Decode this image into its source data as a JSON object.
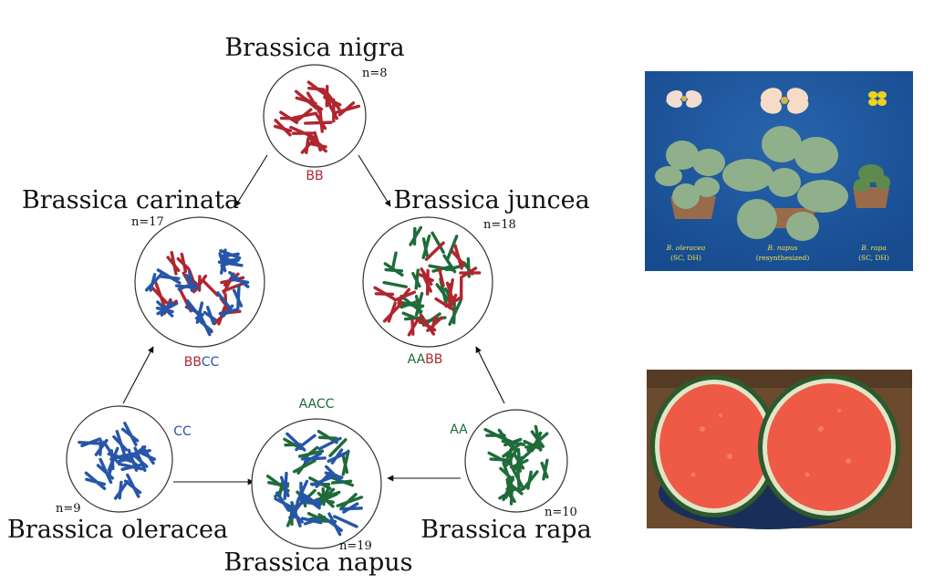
{
  "colors": {
    "genome_B": "#b0262f",
    "genome_C": "#2656a8",
    "genome_A": "#1f6b3a",
    "photo_background": "#1d58a0",
    "photo_label": "#f2e34a",
    "watermelon_flesh": "#ee5a45",
    "watermelon_rind": "#2c5a2c"
  },
  "diagram": {
    "nigra": {
      "name": "Brassica nigra",
      "n": "n=8",
      "genome": [
        {
          "text": "BB",
          "g": "B"
        }
      ]
    },
    "carinata": {
      "name": "Brassica carinata",
      "n": "n=17",
      "genome": [
        {
          "text": "BB",
          "g": "B"
        },
        {
          "text": "CC",
          "g": "C"
        }
      ]
    },
    "juncea": {
      "name": "Brassica juncea",
      "n": "n=18",
      "genome": [
        {
          "text": "AA",
          "g": "A"
        },
        {
          "text": "BB",
          "g": "B"
        }
      ]
    },
    "oleracea": {
      "name": "Brassica oleracea",
      "n": "n=9",
      "genome": [
        {
          "text": "CC",
          "g": "C"
        }
      ]
    },
    "napus": {
      "name": "Brassica napus",
      "n": "n=19",
      "genome": [
        {
          "text": "AACC",
          "g": "A"
        }
      ]
    },
    "rapa": {
      "name": "Brassica rapa",
      "n": "n=10",
      "genome": [
        {
          "text": "AA",
          "g": "A"
        }
      ]
    }
  },
  "photo_plants": {
    "labels": [
      {
        "species": "B. oleracea",
        "note": "(SC, DH)"
      },
      {
        "species": "B. napus",
        "note": "(resynthesized)"
      },
      {
        "species": "B. rapa",
        "note": "(SC, DH)"
      }
    ]
  },
  "photo_watermelon": {
    "description": "watermelon-halves"
  }
}
